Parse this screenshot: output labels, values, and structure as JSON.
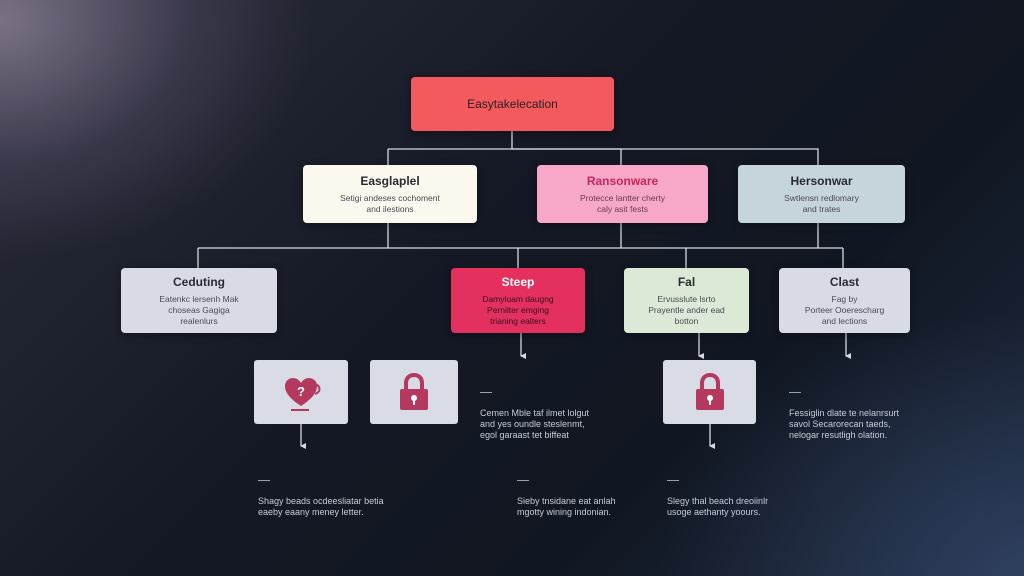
{
  "diagram": {
    "root": {
      "title": "Easytakelecation"
    },
    "level1": [
      {
        "id": "easglaplel",
        "title": "Easglaplel",
        "desc": "Setigi andeses cochoment\nand ilestions"
      },
      {
        "id": "ransonware",
        "title": "Ransonware",
        "desc": "Protecce lantter cherty\ncaly asit fests"
      },
      {
        "id": "hersonwar",
        "title": "Hersonwar",
        "desc": "Swtlensn redlomary\nand trates"
      }
    ],
    "level2": [
      {
        "id": "ceduting",
        "title": "Ceduting",
        "desc": "Eatenkc lersenh Mak\nchoseas Gagiga\nrealenlurs"
      },
      {
        "id": "steep",
        "title": "Steep",
        "desc": "Damyluam daugng\nPernilter emging\ntrianing ealters"
      },
      {
        "id": "fal",
        "title": "Fal",
        "desc": "Ervusslute lsrto\nPrayentle ander ead\nbotton"
      },
      {
        "id": "clast",
        "title": "Clast",
        "desc": "Fag by\nPorteer Ooerescharg\nand lections"
      }
    ],
    "icons": [
      {
        "id": "heart",
        "icon": "heart-icon"
      },
      {
        "id": "lock-1",
        "icon": "lock-icon"
      },
      {
        "id": "lock-2",
        "icon": "lock-icon"
      }
    ],
    "notes": [
      {
        "id": "note-lock",
        "text": "Cemen Mble taf ilmet lolgut\nand yes oundle steslenmt,\negol garaast tet biffeat"
      },
      {
        "id": "note-clast",
        "text": "Fessiglin dlate te nelanrsurt\nsavol Secarorecan taeds,\nnelogar resutligh olation."
      },
      {
        "id": "note-bottom-1",
        "text": "Shagy beads ocdeesliatar betia\neaeby eaany meney letter."
      },
      {
        "id": "note-bottom-2",
        "text": "Sieby tnsidane eat anlah\nmgotty wining indonian."
      },
      {
        "id": "note-bottom-3",
        "text": "Slegy thal beach dreoiinlr\nusoge aethanty yoours."
      }
    ],
    "colors": {
      "root": "#f25a5d",
      "ivory": "#fbf8ee",
      "pink": "#f7a8c8",
      "steel": "#c6d4dc",
      "grey": "#d8dbe6",
      "red": "#e3305e",
      "mint": "#dde9d7",
      "icon": "#b5395e",
      "connector": "#d6d9e0"
    }
  }
}
